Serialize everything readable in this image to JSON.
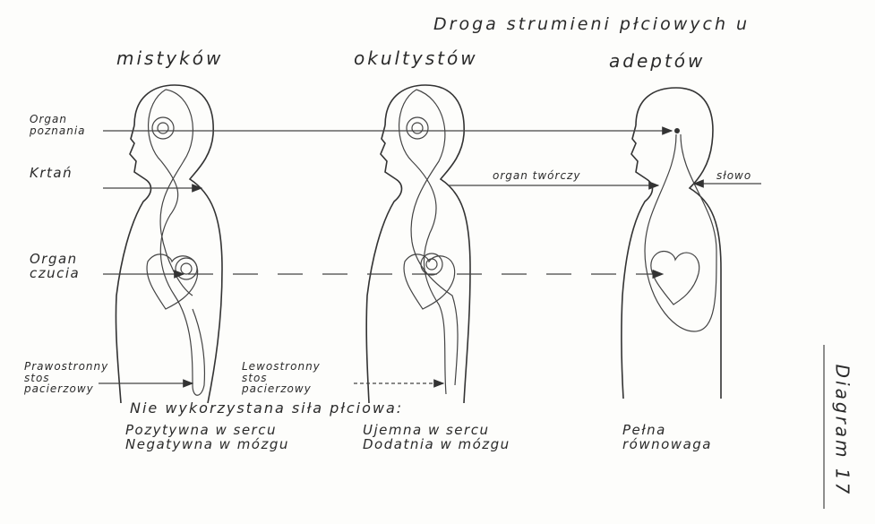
{
  "title": "Droga strumieni płciowych u",
  "columns": [
    "mistyków",
    "okultystów",
    "adeptów"
  ],
  "left_labels": {
    "organ_poznania": [
      "Organ",
      "poznania"
    ],
    "krtan": "Krtań",
    "organ_czucia": [
      "Organ",
      "czucia"
    ],
    "prawostronny": [
      "Prawostronny",
      "stos",
      "pacierzowy"
    ]
  },
  "lewostronny": [
    "Lewostronny",
    "stos",
    "pacierzowy"
  ],
  "organ_tworczy": "organ twórczy",
  "slowo": "słowo",
  "unused_force": "Nie wykorzystana siła płciowa:",
  "mystics_note": [
    "Pozytywna w sercu",
    "Negatywna w mózgu"
  ],
  "occultists_note": [
    "Ujemna w sercu",
    "Dodatnia w mózgu"
  ],
  "adepts_note": [
    "Pełna",
    "równowaga"
  ],
  "diagram_label": "Diagram 17"
}
